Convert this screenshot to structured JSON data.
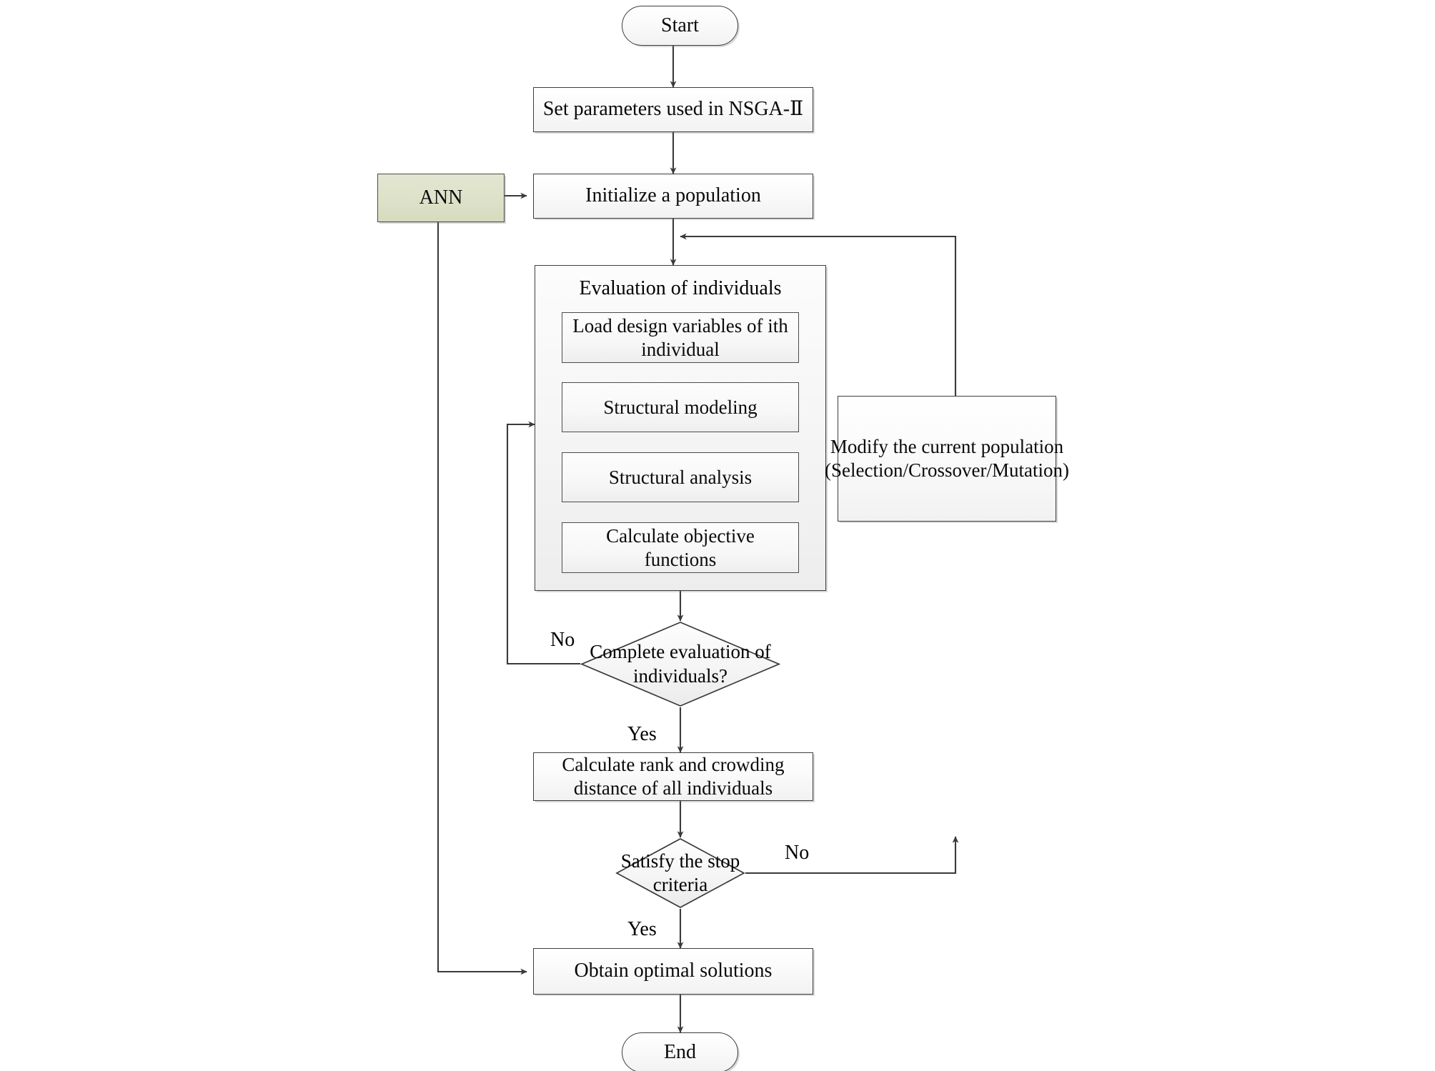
{
  "diagram": {
    "title": "NSGA-II optimization flowchart with ANN surrogate",
    "type": "flowchart",
    "colors": {
      "node_fill": "#f5f5f5",
      "ann_fill": "#dde1c8",
      "border": "#3d3d3d",
      "text": "#0a0a0a",
      "background": "#ffffff"
    },
    "nodes": {
      "start": {
        "label": "Start",
        "shape": "terminator"
      },
      "set_parameters": {
        "label": "Set parameters used in NSGA-Ⅱ",
        "shape": "process"
      },
      "ann": {
        "label": "ANN",
        "shape": "process"
      },
      "initialize": {
        "label": "Initialize a population",
        "shape": "process"
      },
      "evaluation_group": {
        "label": "Evaluation of individuals",
        "shape": "group"
      },
      "load_design": {
        "label": "Load design variables of ith individual",
        "shape": "process"
      },
      "structural_modeling": {
        "label": "Structural modeling",
        "shape": "process"
      },
      "structural_analysis": {
        "label": "Structural analysis",
        "shape": "process"
      },
      "calculate_objective": {
        "label": "Calculate objective functions",
        "shape": "process"
      },
      "complete_eval": {
        "label": "Complete evaluation of individuals?",
        "shape": "decision"
      },
      "calculate_rank": {
        "label": "Calculate rank and crowding distance of all individuals",
        "shape": "process"
      },
      "modify_population": {
        "label": "Modify the current population (Selection/Crossover/Mutation)",
        "shape": "process"
      },
      "satisfy_stop": {
        "label": "Satisfy the stop criteria",
        "shape": "decision"
      },
      "obtain_optimal": {
        "label": "Obtain optimal solutions",
        "shape": "process"
      },
      "end": {
        "label": "End",
        "shape": "terminator"
      }
    },
    "edge_labels": {
      "complete_eval_no": "No",
      "complete_eval_yes": "Yes",
      "satisfy_no": "No",
      "satisfy_yes": "Yes"
    },
    "edges": [
      {
        "from": "start",
        "to": "set_parameters",
        "label": ""
      },
      {
        "from": "set_parameters",
        "to": "initialize",
        "label": ""
      },
      {
        "from": "ann",
        "to": "initialize",
        "label": ""
      },
      {
        "from": "initialize",
        "to": "evaluation_group",
        "label": ""
      },
      {
        "from": "load_design",
        "to": "structural_modeling",
        "label": ""
      },
      {
        "from": "structural_modeling",
        "to": "structural_analysis",
        "label": ""
      },
      {
        "from": "structural_analysis",
        "to": "calculate_objective",
        "label": ""
      },
      {
        "from": "evaluation_group",
        "to": "complete_eval",
        "label": ""
      },
      {
        "from": "complete_eval",
        "to": "evaluation_group",
        "label": "No"
      },
      {
        "from": "complete_eval",
        "to": "calculate_rank",
        "label": "Yes"
      },
      {
        "from": "calculate_rank",
        "to": "satisfy_stop",
        "label": ""
      },
      {
        "from": "satisfy_stop",
        "to": "modify_population",
        "label": "No"
      },
      {
        "from": "modify_population",
        "to": "evaluation_group",
        "label": ""
      },
      {
        "from": "satisfy_stop",
        "to": "obtain_optimal",
        "label": "Yes"
      },
      {
        "from": "ann",
        "to": "obtain_optimal",
        "label": ""
      },
      {
        "from": "obtain_optimal",
        "to": "end",
        "label": ""
      }
    ]
  }
}
